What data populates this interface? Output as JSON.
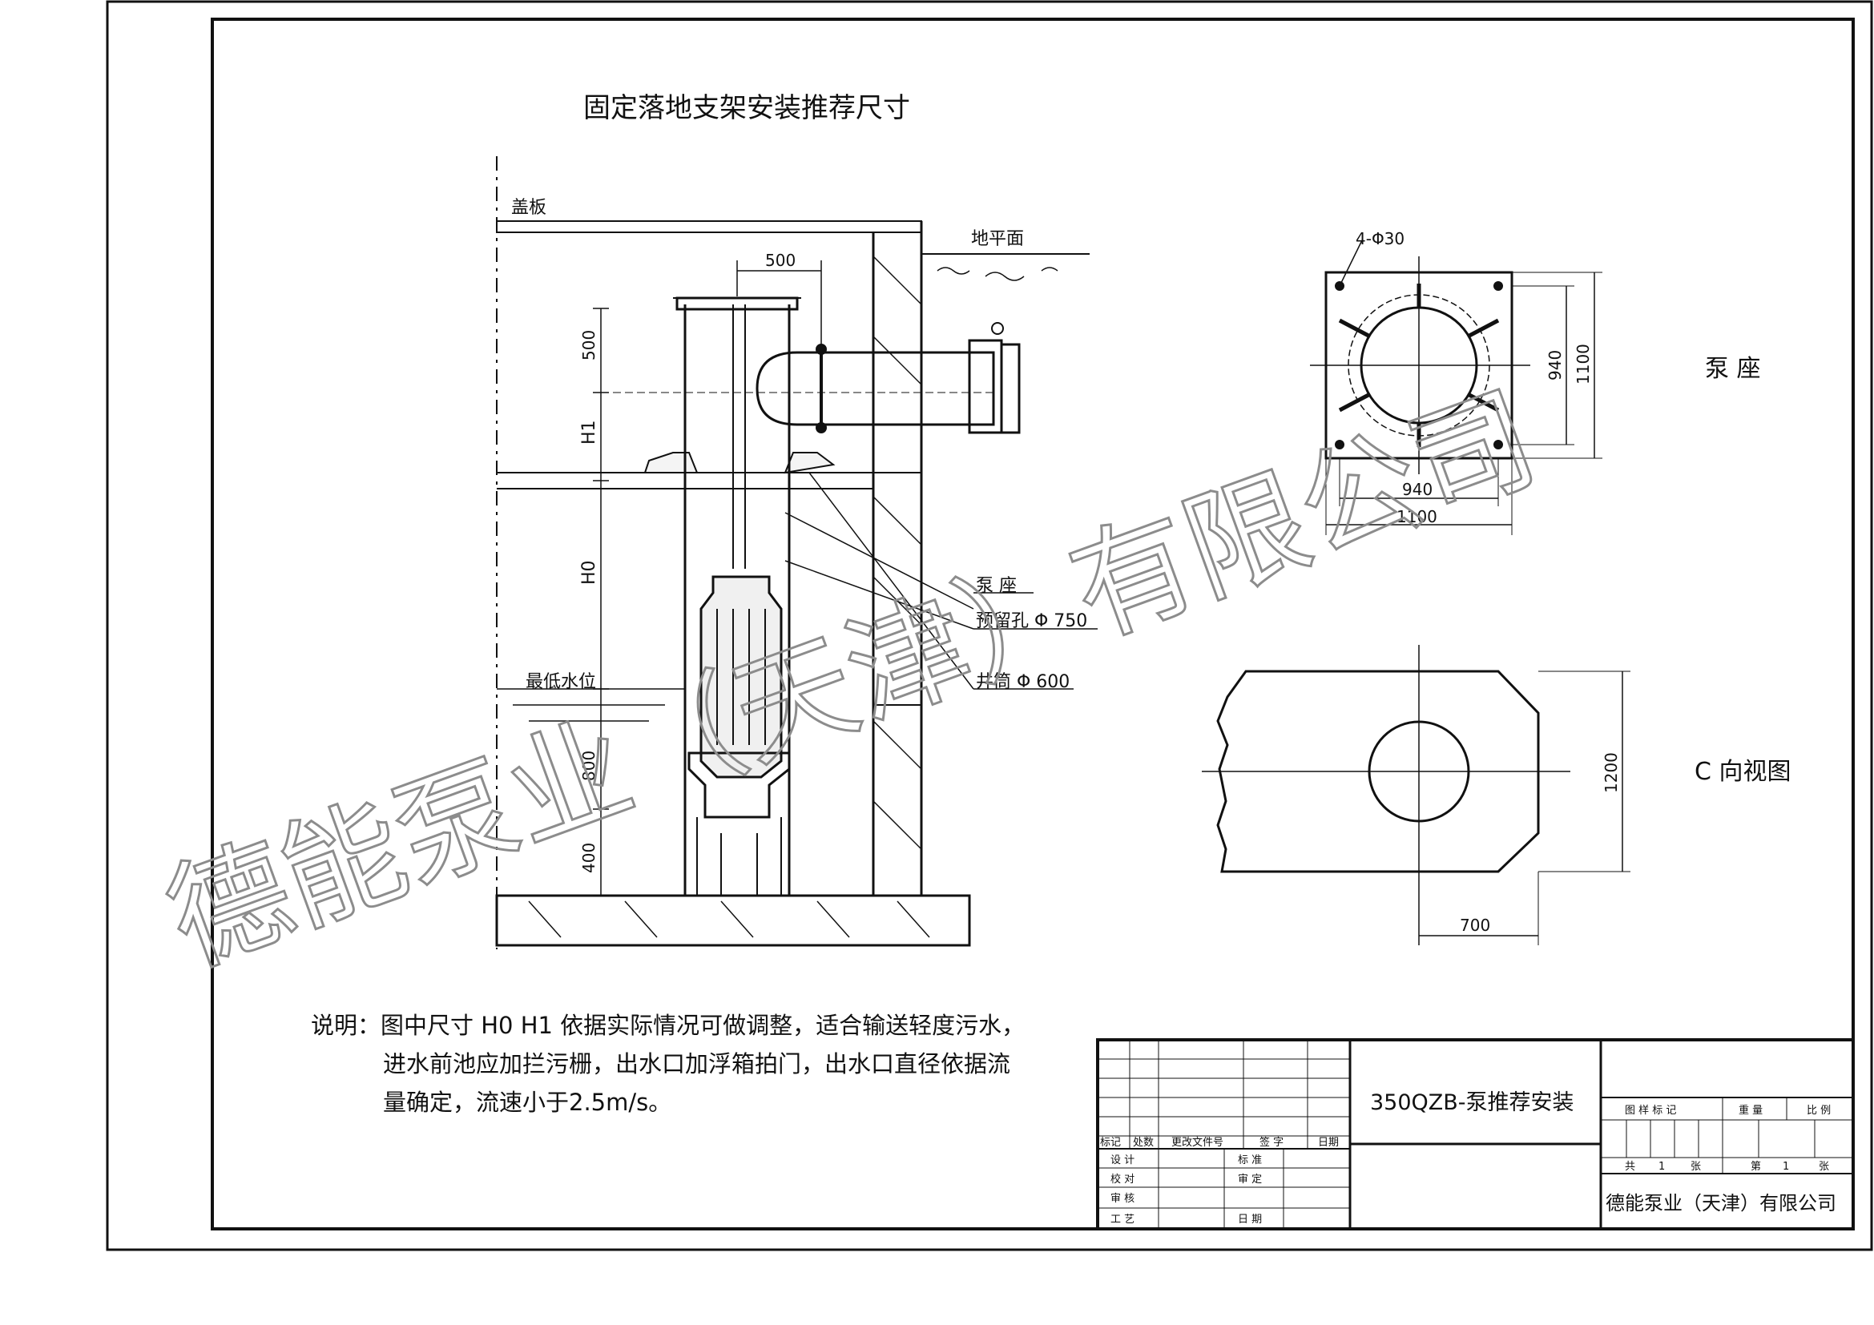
{
  "drawing": {
    "title": "固定落地支架安装推荐尺寸",
    "watermark": "德能泵业（天津）有限公司",
    "labels": {
      "cover": "盖板",
      "ground": "地平面",
      "min_water": "最低水位",
      "pump_seat": "泵 座",
      "reserved_hole": "预留孔 Φ 750",
      "well_tube": "井筒 Φ 600",
      "pump_seat_view": "泵 座",
      "c_view": "C 向视图"
    },
    "dimensions": {
      "d500_top": "500",
      "d500_left": "500",
      "h1": "H1",
      "h0": "H0",
      "d800": "800",
      "d400": "400",
      "holes": "4-Φ30",
      "seat_940_v": "940",
      "seat_1100_v": "1100",
      "seat_940_h": "940",
      "seat_1100_h": "1100",
      "c_1200": "1200",
      "c_700": "700"
    },
    "notes": {
      "line1": "说明：图中尺寸 H0 H1 依据实际情况可做调整，适合输送轻度污水，",
      "line2": "进水前池应加拦污栅，出水口加浮箱拍门，出水口直径依据流",
      "line3": "量确定，流速小于2.5m/s。"
    }
  },
  "title_block": {
    "drawing_name": "350QZB-泵推荐安装",
    "company": "德能泵业（天津）有限公司",
    "headers": [
      "标记",
      "处数",
      "更改文件号",
      "签 字",
      "日期"
    ],
    "design": "设 计",
    "check": "校 对",
    "review": "审 核",
    "process": "工 艺",
    "standard": "标 准",
    "approve": "审 定",
    "date": "日 期",
    "stage_mark": "图 样 标 记",
    "weight": "重 量",
    "scale": "比 例",
    "total_prefix": "共",
    "total_value": "1",
    "total_suffix": "张",
    "sheet_prefix": "第",
    "sheet_value": "1",
    "sheet_suffix": "张"
  }
}
